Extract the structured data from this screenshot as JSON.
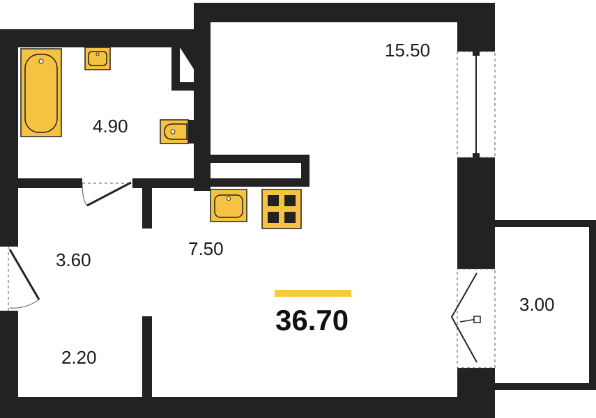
{
  "colors": {
    "wall": "#222222",
    "fixture": "#f5c242",
    "fixture_outline": "#222222",
    "accent_bar": "#f8c93c",
    "background": "#ffffff"
  },
  "rooms": {
    "main_room": {
      "area": "15.50"
    },
    "bathroom": {
      "area": "4.90"
    },
    "hallway": {
      "area": "3.60"
    },
    "kitchen": {
      "area": "7.50"
    },
    "storage": {
      "area": "2.20"
    },
    "balcony": {
      "area": "3.00"
    }
  },
  "total_area": "36.70",
  "icons": [
    "bathtub-icon",
    "sink-icon",
    "toilet-icon",
    "kitchen-sink-icon",
    "stove-icon",
    "door-icon",
    "window-icon"
  ]
}
